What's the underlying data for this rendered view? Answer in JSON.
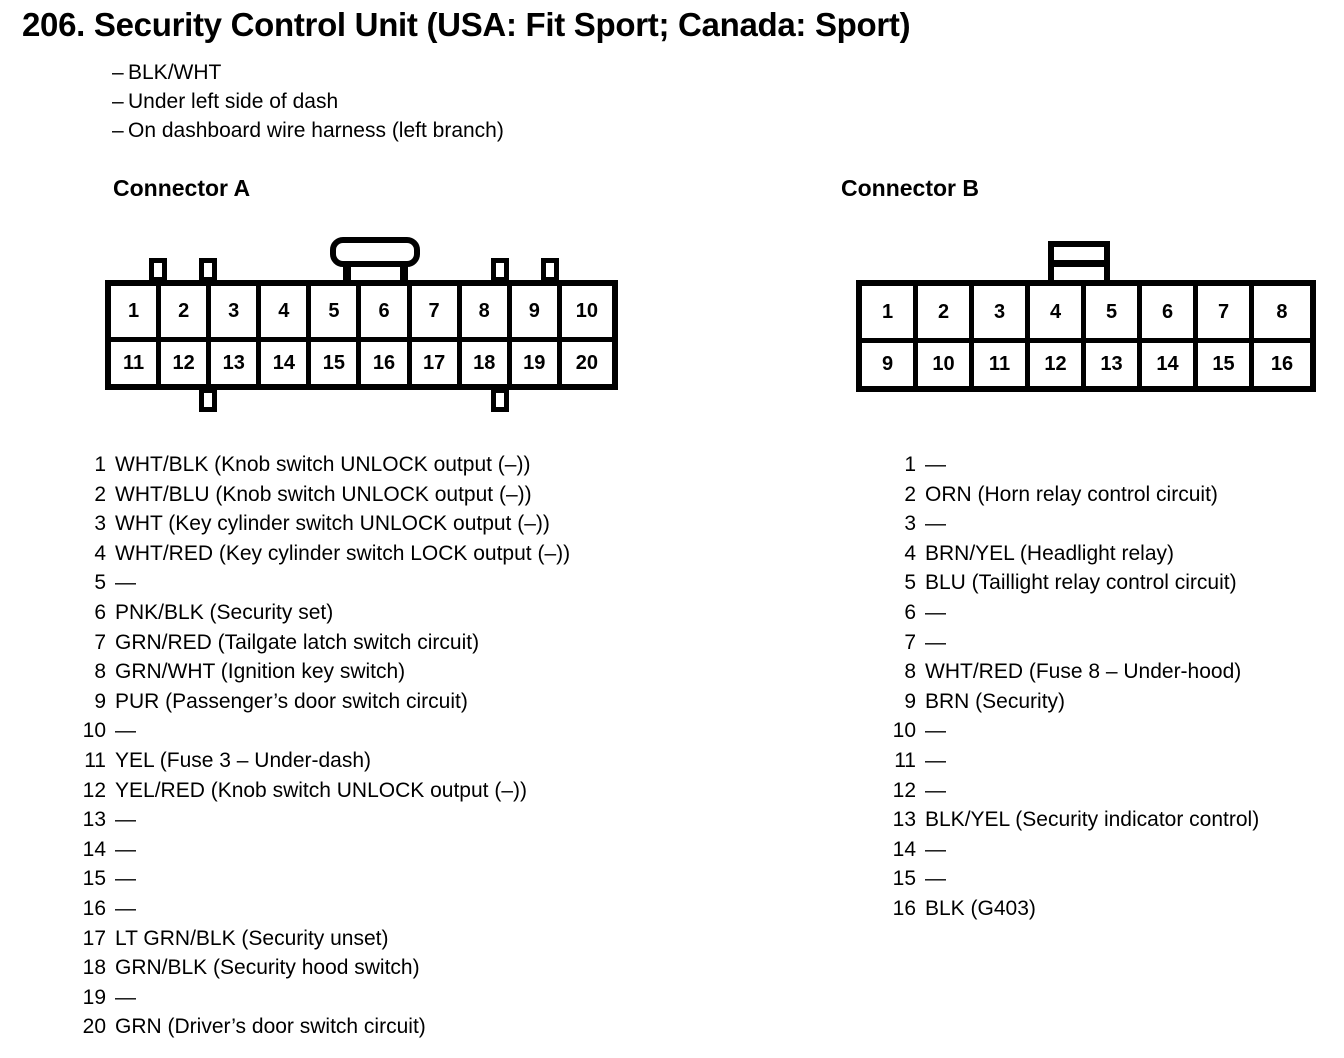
{
  "header": {
    "title": "206. Security Control Unit (USA: Fit Sport; Canada: Sport)",
    "notes": [
      "BLK/WHT",
      "Under left side of dash",
      "On dashboard wire harness (left branch)"
    ],
    "note_dash": "–"
  },
  "connectors": [
    {
      "id": "a",
      "heading": "Connector A",
      "columns": 10,
      "rows": 2,
      "cells_top": [
        "1",
        "2",
        "3",
        "4",
        "5",
        "6",
        "7",
        "8",
        "9",
        "10"
      ],
      "cells_bottom": [
        "11",
        "12",
        "13",
        "14",
        "15",
        "16",
        "17",
        "18",
        "19",
        "20"
      ],
      "latch_type": "rounded-tab",
      "pins": [
        {
          "num": "1",
          "desc": "WHT/BLK (Knob switch UNLOCK output (–))"
        },
        {
          "num": "2",
          "desc": "WHT/BLU (Knob switch UNLOCK output (–))"
        },
        {
          "num": "3",
          "desc": "WHT (Key cylinder switch UNLOCK output (–))"
        },
        {
          "num": "4",
          "desc": "WHT/RED (Key cylinder switch LOCK output (–))"
        },
        {
          "num": "5",
          "desc": "—"
        },
        {
          "num": "6",
          "desc": "PNK/BLK (Security set)"
        },
        {
          "num": "7",
          "desc": "GRN/RED (Tailgate latch switch circuit)"
        },
        {
          "num": "8",
          "desc": "GRN/WHT (Ignition key switch)"
        },
        {
          "num": "9",
          "desc": "PUR (Passenger’s door switch circuit)"
        },
        {
          "num": "10",
          "desc": "—"
        },
        {
          "num": "11",
          "desc": "YEL (Fuse 3 – Under-dash)"
        },
        {
          "num": "12",
          "desc": "YEL/RED (Knob switch UNLOCK output (–))"
        },
        {
          "num": "13",
          "desc": "—"
        },
        {
          "num": "14",
          "desc": "—"
        },
        {
          "num": "15",
          "desc": "—"
        },
        {
          "num": "16",
          "desc": "—"
        },
        {
          "num": "17",
          "desc": "LT GRN/BLK (Security unset)"
        },
        {
          "num": "18",
          "desc": "GRN/BLK (Security hood switch)"
        },
        {
          "num": "19",
          "desc": "—"
        },
        {
          "num": "20",
          "desc": "GRN (Driver’s door switch circuit)"
        }
      ]
    },
    {
      "id": "b",
      "heading": "Connector B",
      "columns": 8,
      "rows": 2,
      "cells_top": [
        "1",
        "2",
        "3",
        "4",
        "5",
        "6",
        "7",
        "8"
      ],
      "cells_bottom": [
        "9",
        "10",
        "11",
        "12",
        "13",
        "14",
        "15",
        "16"
      ],
      "latch_type": "rect-tab",
      "pins": [
        {
          "num": "1",
          "desc": "—"
        },
        {
          "num": "2",
          "desc": "ORN (Horn relay control circuit)"
        },
        {
          "num": "3",
          "desc": "—"
        },
        {
          "num": "4",
          "desc": "BRN/YEL (Headlight relay)"
        },
        {
          "num": "5",
          "desc": "BLU (Taillight relay control circuit)"
        },
        {
          "num": "6",
          "desc": "—"
        },
        {
          "num": "7",
          "desc": "—"
        },
        {
          "num": "8",
          "desc": "WHT/RED (Fuse 8 – Under-hood)"
        },
        {
          "num": "9",
          "desc": "BRN (Security)"
        },
        {
          "num": "10",
          "desc": "—"
        },
        {
          "num": "11",
          "desc": "—"
        },
        {
          "num": "12",
          "desc": "—"
        },
        {
          "num": "13",
          "desc": "BLK/YEL (Security indicator control)"
        },
        {
          "num": "14",
          "desc": "—"
        },
        {
          "num": "15",
          "desc": "—"
        },
        {
          "num": "16",
          "desc": "BLK (G403)"
        }
      ]
    }
  ],
  "colors": {
    "ink": "#000000",
    "paper": "#ffffff"
  }
}
